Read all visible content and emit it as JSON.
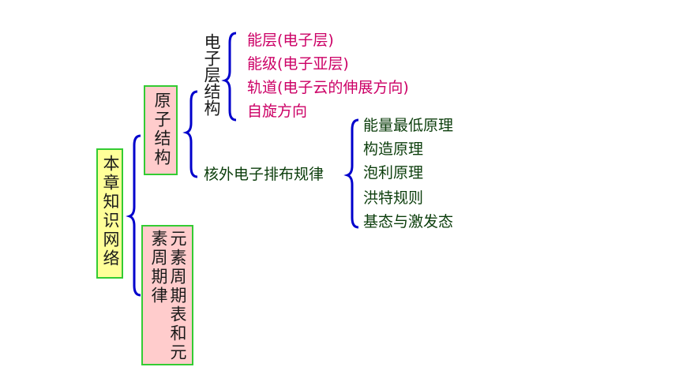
{
  "root": {
    "label": "本章知识网络"
  },
  "atom_structure": {
    "label": "原子结构"
  },
  "periodic": {
    "line1": "元素周期表和元",
    "line2": "素周期律"
  },
  "shell_structure": {
    "label": "电子层结构",
    "items": [
      "能层(电子层)",
      "能级(电子亚层)",
      "轨道(电子云的伸展方向)",
      "自旋方向"
    ]
  },
  "configuration": {
    "label": "核外电子排布规律",
    "items": [
      "能量最低原理",
      "构造原理",
      "泡利原理",
      "洪特规则",
      "基态与激发态"
    ]
  },
  "colors": {
    "brace": "#0000cc",
    "box_border": "#33cc33",
    "root_fill": "#ffff99",
    "sub_fill": "#ffcccc",
    "magenta_text": "#cc0066",
    "green_text": "#0b3d0b"
  }
}
